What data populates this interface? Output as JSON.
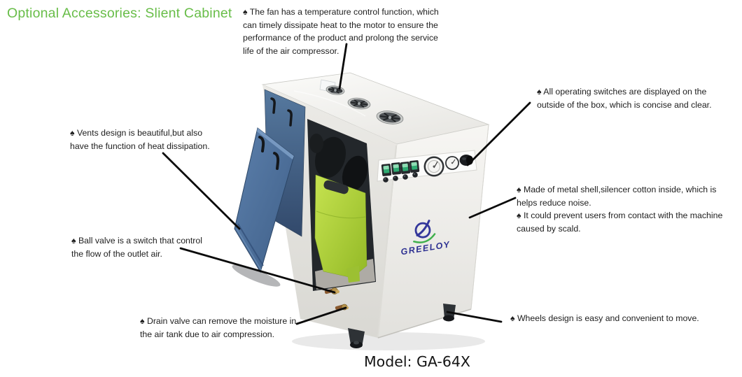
{
  "page": {
    "title": "Optional Accessories: Slient Cabinet",
    "model_label": "Model: GA-64X"
  },
  "product": {
    "brand": "GREELOY"
  },
  "annotations": {
    "fan": "♠ The fan has a temperature control function, which\ncan timely dissipate heat to the motor to ensure the\nperformance of the product and prolong the service\nlife of the air compressor.",
    "switches": "♠ All operating switches are displayed on the\noutside of the box, which is concise and clear.",
    "shell": "♠ Made of metal shell,silencer cotton inside, which is\nhelps reduce noise.\n♠ It could prevent users from contact with the machine\ncaused by scald.",
    "vents": "♠ Vents design is beautiful,but also\nhave the function of heat dissipation.",
    "ball_valve": "♠ Ball valve is a switch that control\nthe flow of the outlet air.",
    "drain_valve": "♠ Drain valve can remove the moisture in\nthe air tank due to air compression.",
    "wheels": "♠ Wheels design is easy and convenient to move."
  },
  "colors": {
    "title_green": "#68bd48",
    "text_dark": "#202020",
    "door_blue": "#4f729c",
    "panel_blue": "#3f5878",
    "motor_green": "#a9cd38",
    "switch_green": "#2fab72",
    "logo_blue": "#2e3192",
    "logo_green": "#3faf4c",
    "callout_line": "#0a0a0a"
  }
}
